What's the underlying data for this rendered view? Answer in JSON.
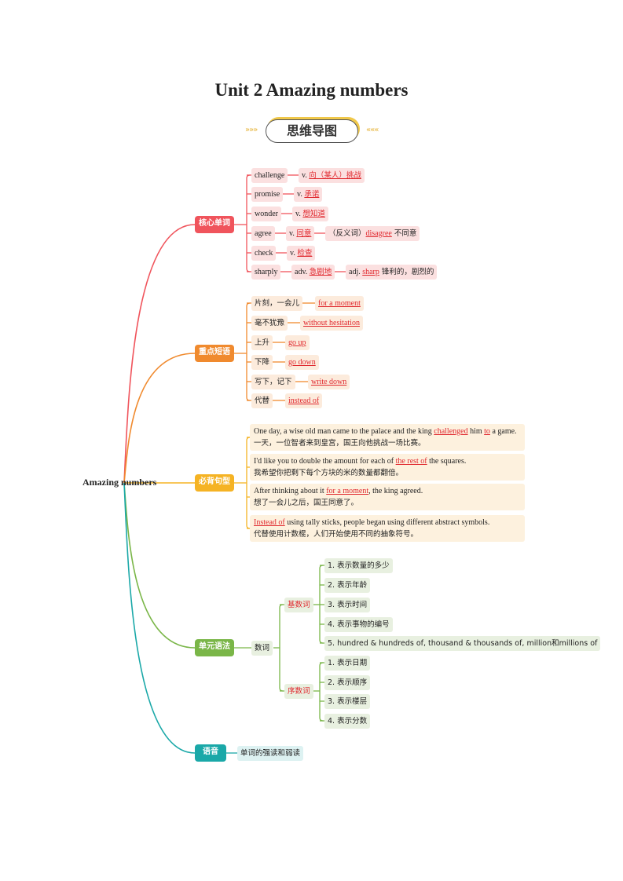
{
  "title": "Unit 2 Amazing numbers",
  "badge": "思维导图",
  "arrows_left": "»»»",
  "arrows_right": "«««",
  "root": "Amazing numbers",
  "colors": {
    "vocab": "#f0545c",
    "phrases": "#f08a2e",
    "sentences": "#f5b324",
    "grammar": "#7ab648",
    "phonetics": "#1aa8a8"
  },
  "vocab": {
    "label": "核心单词",
    "items": [
      {
        "word": "challenge",
        "defs": [
          [
            {
              "t": "v. "
            },
            {
              "t": "向（某人）挑战",
              "hl": true
            }
          ]
        ]
      },
      {
        "word": "promise",
        "defs": [
          [
            {
              "t": "v. "
            },
            {
              "t": "承诺",
              "hl": true
            }
          ]
        ]
      },
      {
        "word": "wonder",
        "defs": [
          [
            {
              "t": "v. "
            },
            {
              "t": "想知道",
              "hl": true
            }
          ]
        ]
      },
      {
        "word": "agree",
        "defs": [
          [
            {
              "t": "v. "
            },
            {
              "t": "同意",
              "hl": true
            }
          ],
          [
            {
              "t": "（反义词）"
            },
            {
              "t": "disagree",
              "hl": true
            },
            {
              "t": " 不同意"
            }
          ]
        ]
      },
      {
        "word": "check",
        "defs": [
          [
            {
              "t": "v. "
            },
            {
              "t": "检查",
              "hl": true
            }
          ]
        ]
      },
      {
        "word": "sharply",
        "defs": [
          [
            {
              "t": "adv. "
            },
            {
              "t": "急剧地",
              "hl": true
            }
          ],
          [
            {
              "t": "adj. "
            },
            {
              "t": "sharp",
              "hl": true
            },
            {
              "t": " 锋利的，剧烈的"
            }
          ]
        ]
      }
    ]
  },
  "phrases": {
    "label": "重点短语",
    "items": [
      {
        "zh": "片刻，一会儿",
        "en": "for a moment"
      },
      {
        "zh": "毫不犹豫",
        "en": "without hesitation"
      },
      {
        "zh": "上升",
        "en": "go up"
      },
      {
        "zh": "下降",
        "en": "go down"
      },
      {
        "zh": "写下，记下",
        "en": "write down"
      },
      {
        "zh": "代替",
        "en": "instead of"
      }
    ]
  },
  "sentences": {
    "label": "必背句型",
    "items": [
      {
        "en": [
          {
            "t": "One day, a wise old man came to the palace and the king "
          },
          {
            "t": "challenged",
            "hl": true
          },
          {
            "t": " him "
          },
          {
            "t": "to",
            "hl": true
          },
          {
            "t": " a game."
          }
        ],
        "zh": "一天，一位智者来到皇宫，国王向他挑战一场比赛。"
      },
      {
        "en": [
          {
            "t": "I'd like you to double the amount for each of "
          },
          {
            "t": "the rest of",
            "hl": true
          },
          {
            "t": " the squares."
          }
        ],
        "zh": "我希望你把剩下每个方块的米的数量都翻倍。"
      },
      {
        "en": [
          {
            "t": "After thinking about it "
          },
          {
            "t": "for a moment",
            "hl": true
          },
          {
            "t": ", the king agreed."
          }
        ],
        "zh": "想了一会儿之后，国王同意了。"
      },
      {
        "en": [
          {
            "t": "Instead of",
            "hl": true
          },
          {
            "t": " using tally sticks, people began using different abstract symbols."
          }
        ],
        "zh": "代替使用计数棍，人们开始使用不同的抽象符号。"
      }
    ]
  },
  "grammar": {
    "label": "单元语法",
    "topic": "数词",
    "cardinal": {
      "label": "基数词",
      "items": [
        "1. 表示数量的多少",
        "2. 表示年龄",
        "3. 表示时间",
        "4. 表示事物的编号",
        "5. hundred & hundreds of, thousand & thousands of, million和millions of"
      ]
    },
    "ordinal": {
      "label": "序数词",
      "items": [
        "1. 表示日期",
        "2. 表示顺序",
        "3. 表示楼层",
        "4. 表示分数"
      ]
    }
  },
  "phonetics": {
    "label": "语音",
    "item": "单词的强读和弱读"
  }
}
